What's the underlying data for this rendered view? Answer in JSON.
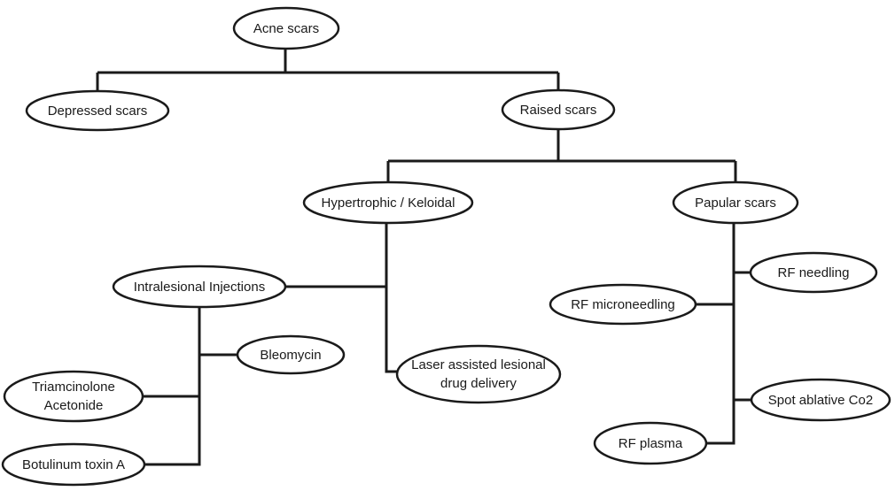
{
  "diagram": {
    "nodes": {
      "acne_scars": "Acne scars",
      "depressed_scars": "Depressed scars",
      "raised_scars": "Raised scars",
      "hypertrophic_keloidal": "Hypertrophic / Keloidal",
      "papular_scars": "Papular scars",
      "intralesional_injections": "Intralesional Injections",
      "bleomycin": "Bleomycin",
      "triamcinolone_line1": "Triamcinolone",
      "triamcinolone_line2": "Acetonide",
      "botulinum": "Botulinum toxin A",
      "laser_line1": "Laser assisted lesional",
      "laser_line2": "drug delivery",
      "rf_needling": "RF needling",
      "rf_microneedling": "RF microneedling",
      "spot_ablative": "Spot ablative Co2",
      "rf_plasma": "RF plasma"
    },
    "colors": {
      "line": "#1a1a1a",
      "node_fill": "#ffffff"
    }
  }
}
